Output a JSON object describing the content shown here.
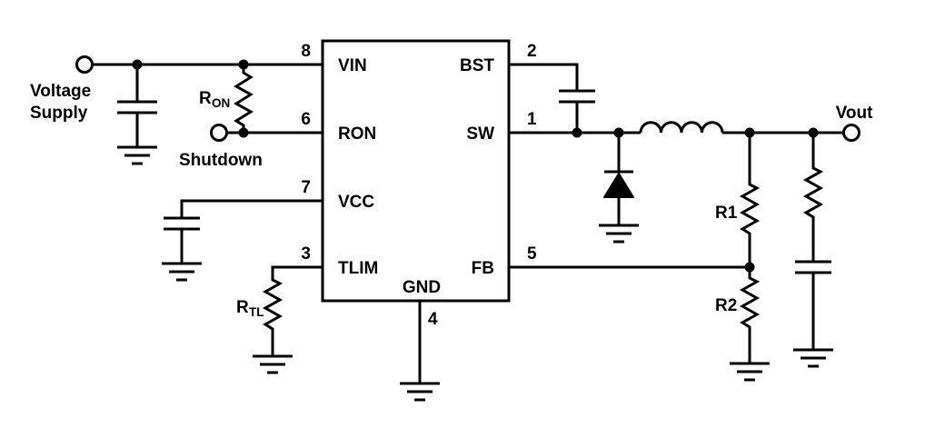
{
  "pins": {
    "vin": {
      "label": "VIN",
      "number": "8"
    },
    "ron": {
      "label": "RON",
      "number": "6"
    },
    "vcc": {
      "label": "VCC",
      "number": "7"
    },
    "tlim": {
      "label": "TLIM",
      "number": "3"
    },
    "gnd": {
      "label": "GND",
      "number": "4"
    },
    "bst": {
      "label": "BST",
      "number": "2"
    },
    "sw": {
      "label": "SW",
      "number": "1"
    },
    "fb": {
      "label": "FB",
      "number": "5"
    }
  },
  "labels": {
    "supply_line1": "Voltage",
    "supply_line2": "Supply",
    "shutdown": "Shutdown",
    "ron_prefix": "R",
    "ron_sub": "ON",
    "rtl_prefix": "R",
    "rtl_sub": "TL",
    "r1": "R1",
    "r2": "R2",
    "vout": "Vout"
  },
  "colors": {
    "ink": "#000000",
    "background": "#ffffff"
  }
}
